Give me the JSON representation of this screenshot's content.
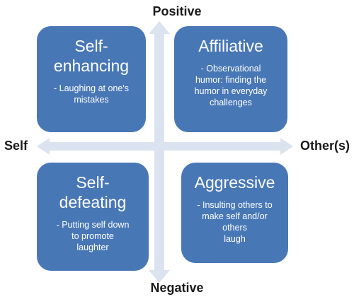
{
  "axis": {
    "top": "Positive",
    "bottom": "Negative",
    "left": "Self",
    "right": "Other(s)"
  },
  "quadrants": {
    "top_left": {
      "title": "Self-\nenhancing",
      "description": "- Laughing at one's\nmistakes"
    },
    "top_right": {
      "title": "Affiliative",
      "description": "- Observational\nhumor: finding the\nhumor in everyday\nchallenges"
    },
    "bottom_left": {
      "title": "Self-\ndefeating",
      "description": "- Putting self down\nto promote\nlaughter"
    },
    "bottom_right": {
      "title": "Aggressive",
      "description": "- Insulting others to\nmake self and/or others\nlaugh"
    }
  },
  "colors": {
    "box_fill": "#4877b6",
    "arrow_fill": "#dbe3f1",
    "label_text": "#1a1a1a"
  }
}
